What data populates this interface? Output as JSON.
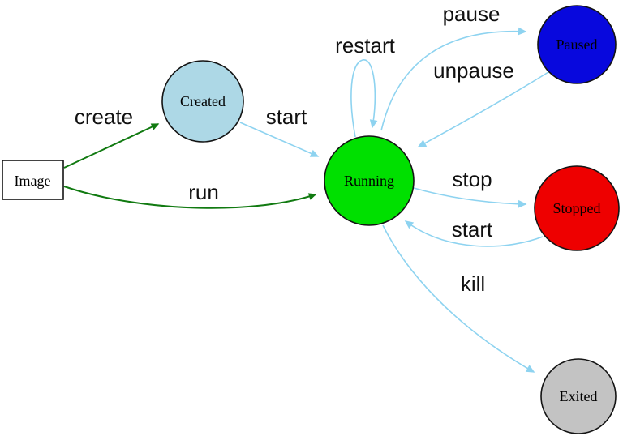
{
  "diagram": {
    "type": "state-diagram",
    "subject": "container lifecycle states",
    "nodes": {
      "image": {
        "label": "Image",
        "shape": "rectangle"
      },
      "created": {
        "label": "Created",
        "shape": "circle"
      },
      "running": {
        "label": "Running",
        "shape": "circle"
      },
      "paused": {
        "label": "Paused",
        "shape": "circle"
      },
      "stopped": {
        "label": "Stopped",
        "shape": "circle"
      },
      "exited": {
        "label": "Exited",
        "shape": "circle"
      }
    },
    "edges": {
      "create": {
        "label": "create",
        "from": "image",
        "to": "created"
      },
      "run": {
        "label": "run",
        "from": "image",
        "to": "running"
      },
      "start_from_created": {
        "label": "start",
        "from": "created",
        "to": "running"
      },
      "restart": {
        "label": "restart",
        "from": "running",
        "to": "running"
      },
      "pause": {
        "label": "pause",
        "from": "running",
        "to": "paused"
      },
      "unpause": {
        "label": "unpause",
        "from": "paused",
        "to": "running"
      },
      "stop": {
        "label": "stop",
        "from": "running",
        "to": "stopped"
      },
      "start_from_stopped": {
        "label": "start",
        "from": "stopped",
        "to": "running"
      },
      "kill": {
        "label": "kill",
        "from": "running",
        "to": "exited"
      }
    },
    "colors": {
      "node_image_fill": "#ffffff",
      "node_image_border": "#2323d8",
      "node_created": "#add8e6",
      "node_running": "#00e000",
      "node_paused": "#0808dd",
      "node_stopped": "#ee0000",
      "node_exited": "#c3c3c3",
      "edge_blue": "#8ed3f0",
      "edge_green": "#117a11",
      "label_text": "#111111",
      "background": "#ffffff"
    }
  }
}
